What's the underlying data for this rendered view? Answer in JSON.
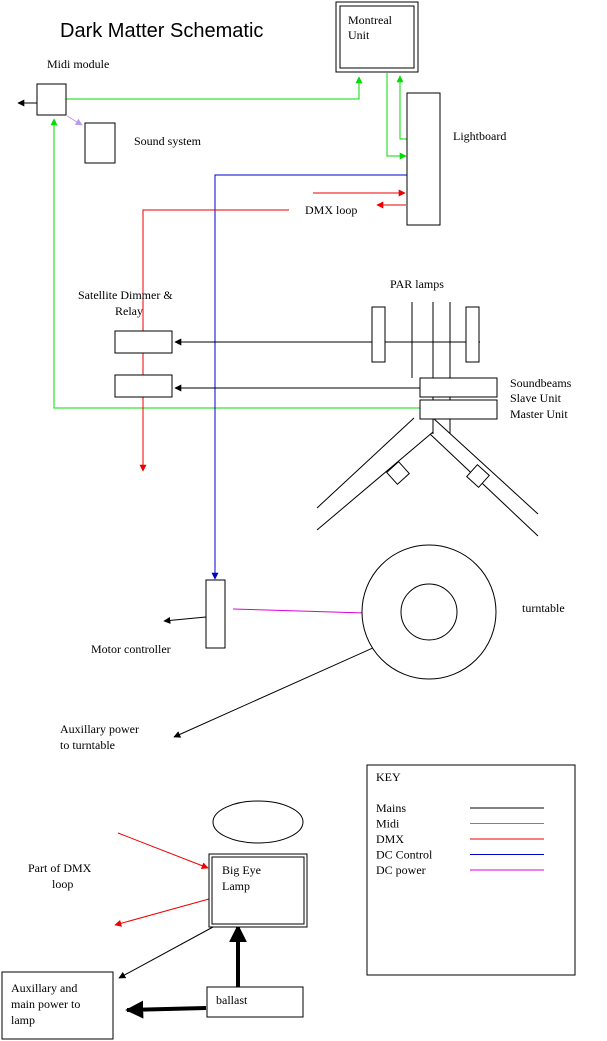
{
  "title": "Dark Matter Schematic",
  "colors": {
    "mains": "#000000",
    "midi": "#00dd00",
    "dmx": "#ee0000",
    "dc_control": "#0000cc",
    "dc_power": "#dd00dd",
    "midi_light": "#b899ee"
  },
  "labels": {
    "midi_module": "Midi module",
    "montreal_unit_1": "Montreal",
    "montreal_unit_2": "Unit",
    "sound_system": "Sound system",
    "lightboard": "Lightboard",
    "dmx_loop": "DMX loop",
    "par_lamps": "PAR lamps",
    "satellite_1": "Satellite Dimmer &",
    "satellite_2": "Relay",
    "soundbeams_1": "Soundbeams",
    "soundbeams_2": "Slave Unit",
    "soundbeams_3": "Master Unit",
    "turntable": "turntable",
    "motor_controller": "Motor controller",
    "aux_turntable_1": "Auxillary power",
    "aux_turntable_2": "to turntable",
    "part_dmx_1": "Part of DMX",
    "part_dmx_2": "loop",
    "big_eye_1": "Big Eye",
    "big_eye_2": "Lamp",
    "ballast": "ballast",
    "aux_lamp_1": "Auxillary and",
    "aux_lamp_2": "main power to",
    "aux_lamp_3": "lamp"
  },
  "key": {
    "title": "KEY",
    "items": [
      {
        "label": "Mains",
        "color": "#000000"
      },
      {
        "label": "Midi",
        "color": "#00dd00"
      },
      {
        "label": "DMX",
        "color": "#ee0000"
      },
      {
        "label": "DC Control",
        "color": "#0000cc"
      },
      {
        "label": "DC power",
        "color": "#dd00dd"
      }
    ]
  }
}
